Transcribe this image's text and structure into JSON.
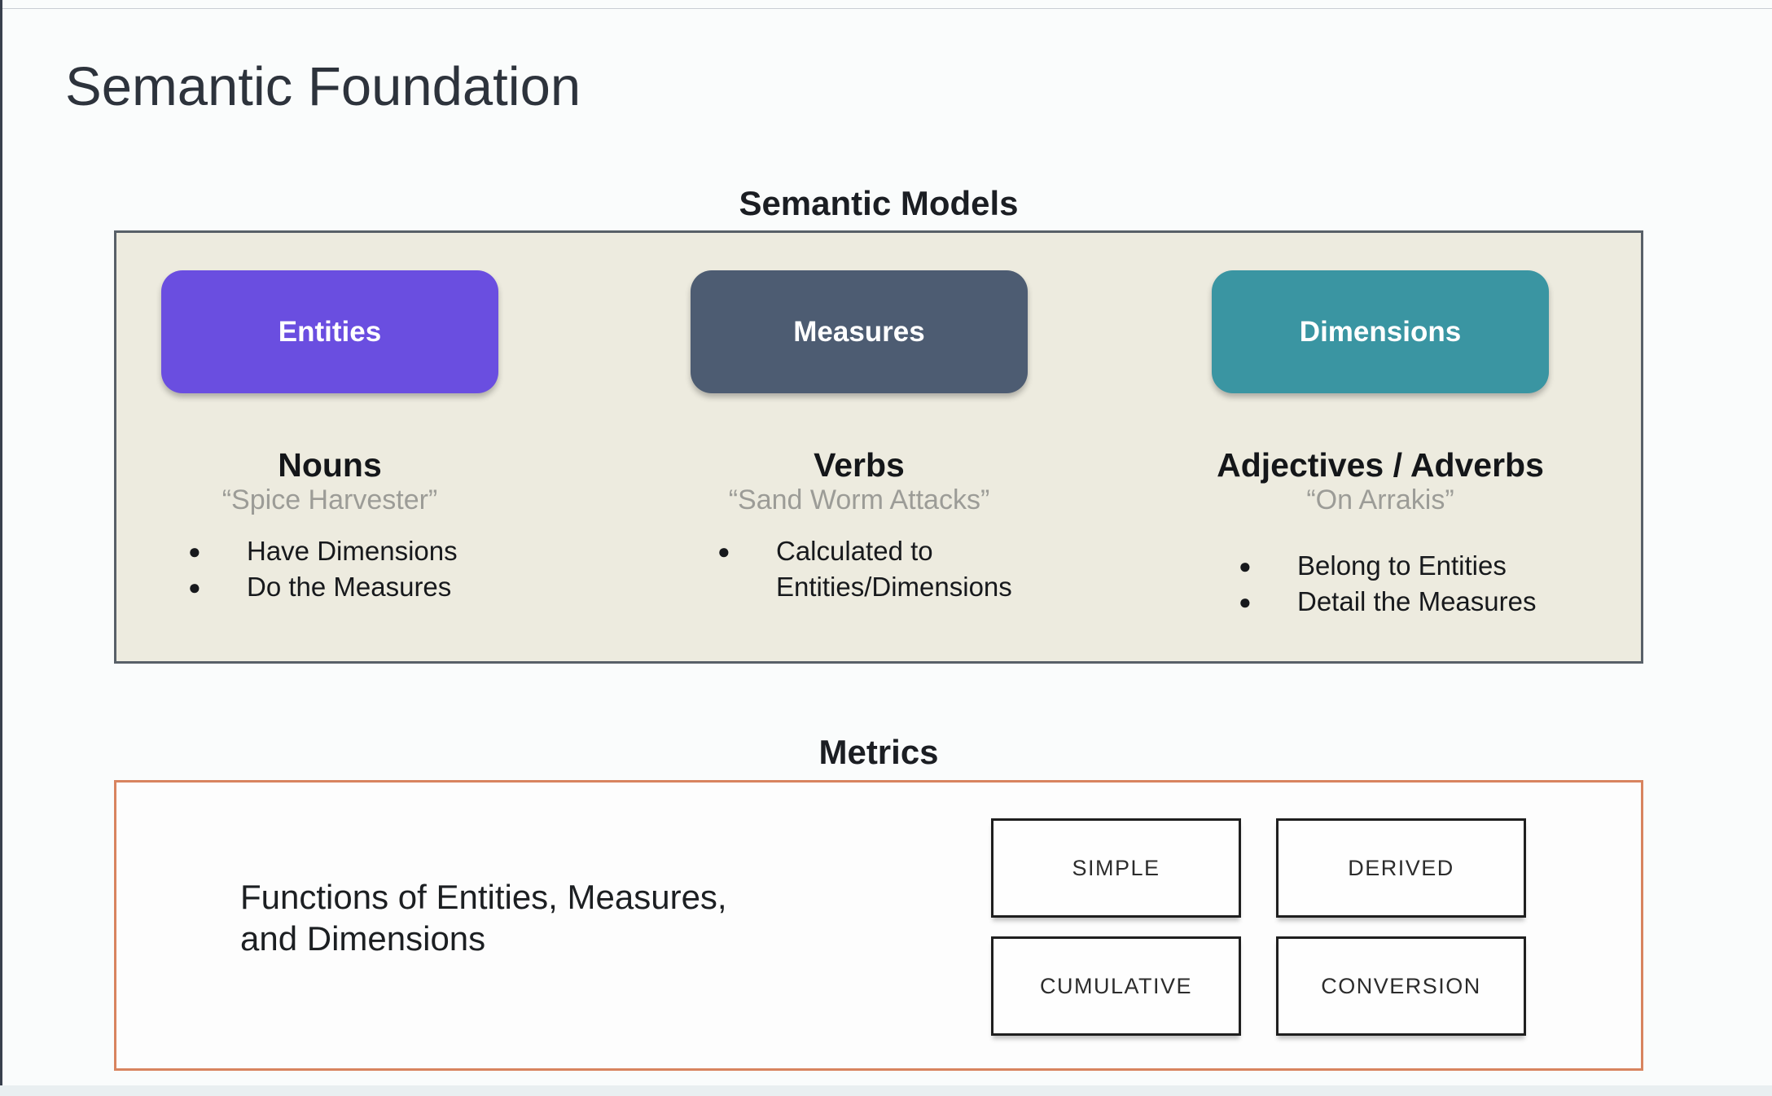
{
  "page": {
    "title": "Semantic Foundation"
  },
  "colors": {
    "entities": "#6a4ee0",
    "measures": "#4d5c72",
    "dimensions": "#3a95a2",
    "models_box_bg": "#edebdf",
    "models_box_border": "#586068",
    "metrics_box_border": "#d8845f"
  },
  "models": {
    "heading": "Semantic Models",
    "columns": [
      {
        "button": "Entities",
        "role": "Nouns",
        "example": "“Spice Harvester”",
        "bullet_glyph": "●",
        "bullets": [
          "Have Dimensions",
          "Do the Measures"
        ]
      },
      {
        "button": "Measures",
        "role": "Verbs",
        "example": "“Sand Worm Attacks”",
        "bullet_glyph": "●",
        "bullets": [
          "Calculated to Entities/Dimensions"
        ]
      },
      {
        "button": "Dimensions",
        "role": "Adjectives / Adverbs",
        "example": "“On Arrakis”",
        "bullet_glyph": "●",
        "bullets": [
          "Belong to Entities",
          "Detail the Measures"
        ]
      }
    ]
  },
  "metrics": {
    "heading": "Metrics",
    "description": "Functions of Entities, Measures,\nand Dimensions",
    "types": [
      "SIMPLE",
      "DERIVED",
      "CUMULATIVE",
      "CONVERSION"
    ]
  }
}
